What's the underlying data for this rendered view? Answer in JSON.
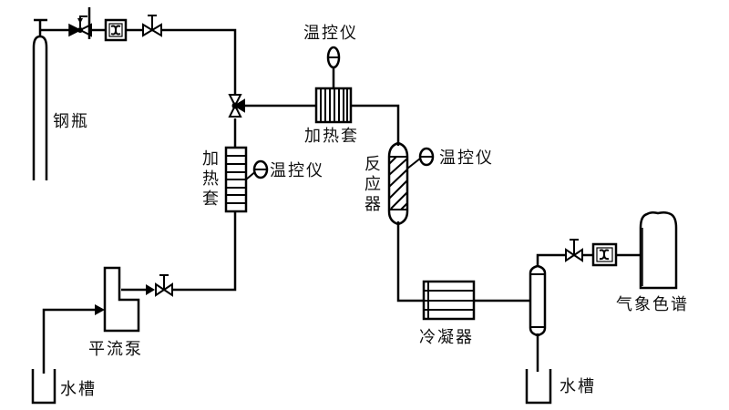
{
  "diagram": {
    "type": "process-flow",
    "labels": {
      "cylinder": "钢瓶",
      "temp_controller_top": "温控仪",
      "heating_jacket_top": "加热套",
      "heating_jacket_left": [
        "加",
        "热",
        "套"
      ],
      "temp_controller_left": "温控仪",
      "reactor": [
        "反",
        "应",
        "器"
      ],
      "temp_controller_reactor": "温控仪",
      "pump": "平流泵",
      "water_tank_left": "水槽",
      "condenser": "冷凝器",
      "water_tank_right": "水槽",
      "gas_chromatograph": "气象色谱"
    },
    "components": [
      {
        "id": "gas-cylinder",
        "label": "钢瓶"
      },
      {
        "id": "pressure-regulator"
      },
      {
        "id": "mass-flow-meter-1"
      },
      {
        "id": "needle-valve-1"
      },
      {
        "id": "three-way-valve"
      },
      {
        "id": "heating-jacket-horizontal",
        "label": "加热套"
      },
      {
        "id": "temp-controller-1",
        "label": "温控仪"
      },
      {
        "id": "heating-jacket-vertical",
        "label": "加热套"
      },
      {
        "id": "temp-controller-2",
        "label": "温控仪"
      },
      {
        "id": "reactor",
        "label": "反应器"
      },
      {
        "id": "temp-controller-3",
        "label": "温控仪"
      },
      {
        "id": "pump",
        "label": "平流泵"
      },
      {
        "id": "pump-valve"
      },
      {
        "id": "water-tank-inlet",
        "label": "水槽"
      },
      {
        "id": "condenser",
        "label": "冷凝器"
      },
      {
        "id": "separator"
      },
      {
        "id": "water-tank-outlet",
        "label": "水槽"
      },
      {
        "id": "needle-valve-2"
      },
      {
        "id": "mass-flow-meter-2"
      },
      {
        "id": "gas-chromatograph",
        "label": "气象色谱"
      }
    ]
  }
}
